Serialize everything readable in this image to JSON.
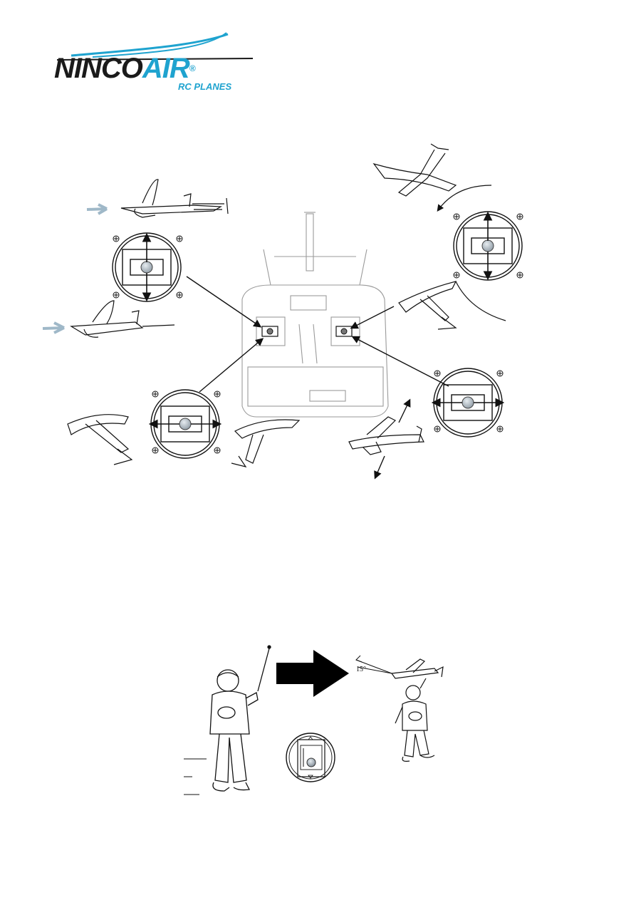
{
  "logo": {
    "brand_part1": "NINCO",
    "brand_part2": "AIR",
    "registered": "®",
    "subtitle": "RC PLANES",
    "colors": {
      "dark": "#1a1a1a",
      "accent": "#1fa3cf"
    }
  },
  "launch_diagram": {
    "angle_label": "15°"
  },
  "colors": {
    "line": "#111111",
    "motion_arrow": "#9fb8c8",
    "knob": "#bcc6ce",
    "launch_arrow": "#000000"
  }
}
